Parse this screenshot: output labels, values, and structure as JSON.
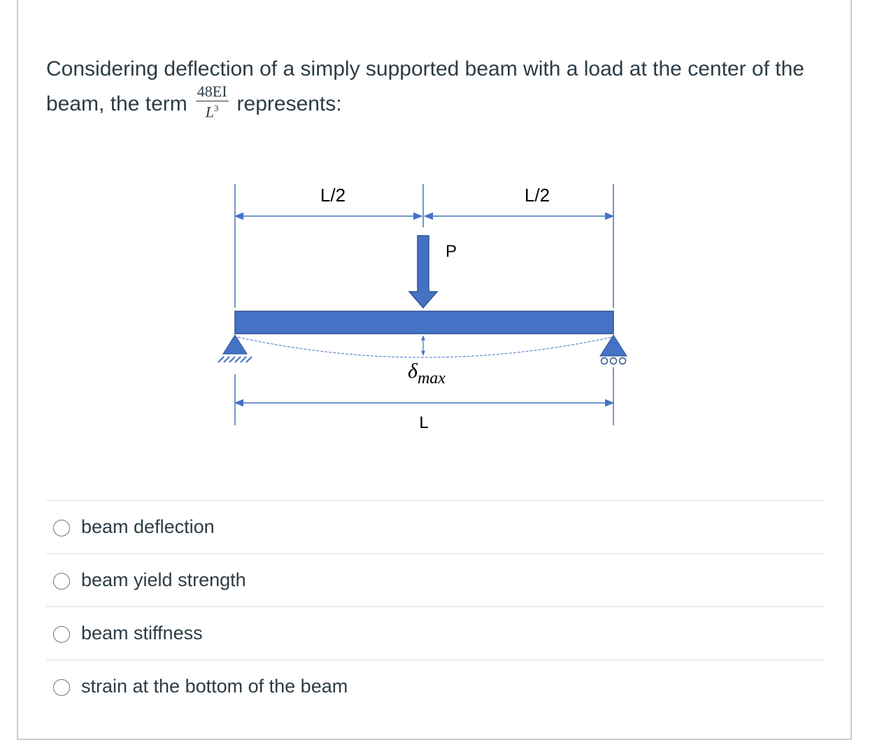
{
  "question": {
    "text_before": "Considering  deflection of a simply supported beam with a load at the center of the beam, the term",
    "formula_numerator": "48EI",
    "formula_denominator": "L",
    "formula_exponent": "3",
    "text_after": "represents:"
  },
  "figure": {
    "label_left_half": "L/2",
    "label_right_half": "L/2",
    "label_load": "P",
    "label_deflection": "δ",
    "label_deflection_sub": "max",
    "label_length": "L",
    "colors": {
      "beam": "#4472c4",
      "dimension_line": "#4472c4",
      "beam_outline": "#2f528f"
    }
  },
  "answers": [
    {
      "label": "beam deflection"
    },
    {
      "label": "beam yield strength"
    },
    {
      "label": "beam stiffness"
    },
    {
      "label": "strain at the bottom of the beam"
    }
  ]
}
